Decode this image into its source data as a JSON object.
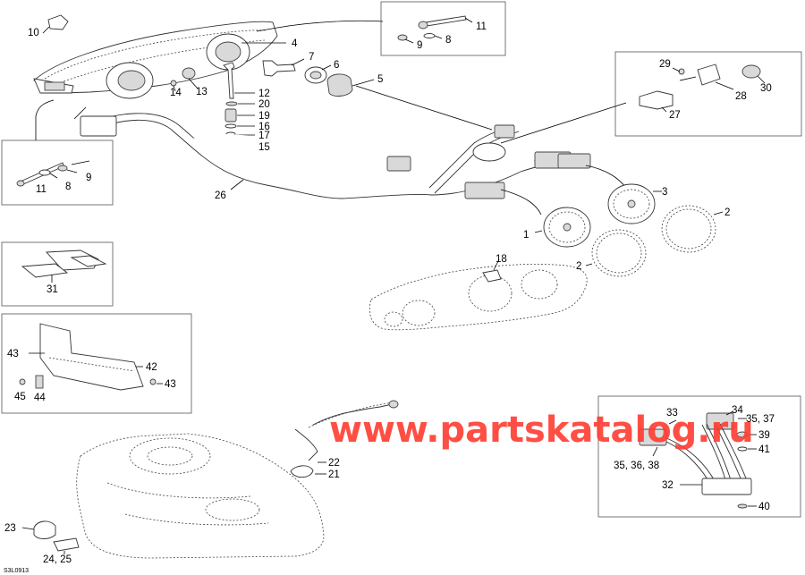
{
  "watermark": "www.partskatalog.ru",
  "drawing_code": "S3L0913",
  "callouts": {
    "c1": "1",
    "c2a": "2",
    "c2b": "2",
    "c3": "3",
    "c4": "4",
    "c5": "5",
    "c6": "6",
    "c7": "7",
    "c8a": "8",
    "c8b": "8",
    "c9a": "9",
    "c9b": "9",
    "c10": "10",
    "c11a": "11",
    "c11b": "11",
    "c12": "12",
    "c13": "13",
    "c14": "14",
    "c15": "15",
    "c16": "16",
    "c17": "17",
    "c18": "18",
    "c19": "19",
    "c20": "20",
    "c21": "21",
    "c22": "22",
    "c23": "23",
    "c24_25": "24, 25",
    "c26": "26",
    "c27": "27",
    "c28": "28",
    "c29": "29",
    "c30": "30",
    "c31": "31",
    "c32": "32",
    "c33": "33",
    "c34": "34",
    "c35_37": "35, 37",
    "c35_36_38": "35, 36, 38",
    "c39": "39",
    "c40": "40",
    "c41": "41",
    "c42": "42",
    "c43a": "43",
    "c43b": "43",
    "c44": "44",
    "c45": "45"
  }
}
